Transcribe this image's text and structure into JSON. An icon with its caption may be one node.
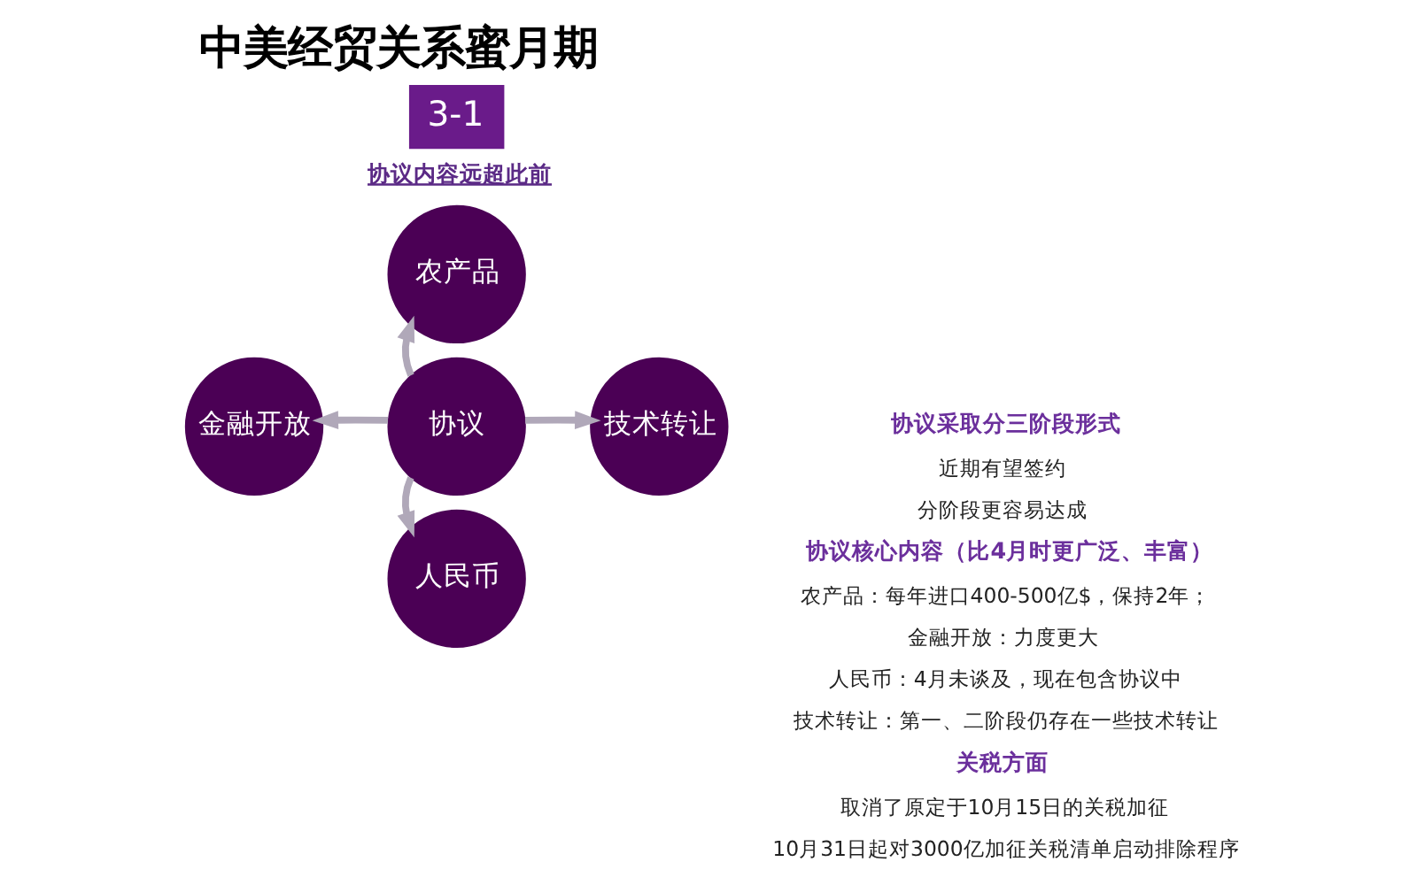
{
  "diagram": {
    "title": "中美经贸关系蜜月期",
    "nodes": [
      {
        "text": [
          "农产品"
        ]
      },
      {
        "text": [
          "金融开放"
        ]
      },
      {
        "text": [
          "协议"
        ]
      },
      {
        "text": [
          "技术转让"
        ]
      },
      {
        "text": [
          "人民币"
        ]
      }
    ],
    "edges": [
      {
        "from": 2,
        "to": 0,
        "arrow": "to"
      },
      {
        "from": 2,
        "to": 1,
        "arrow": "to"
      },
      {
        "from": 2,
        "to": 3,
        "arrow": "to"
      },
      {
        "from": 2,
        "to": 4,
        "arrow": "to"
      }
    ],
    "labels": [
      "3-1",
      "协议内容远超此前",
      "协议采取分三阶段形式",
      "近期有望签约",
      "分阶段更容易达成",
      "协议核心内容（比4月时更广泛、丰富）",
      "农产品：每年进口400-500亿$，保持2年；",
      "金融开放：力度更大",
      "人民币：4月未谈及，现在包含协议中",
      "技术转让：第一、二阶段仍存在一些技术转让",
      "关税方面",
      "取消了原定于10月15日的关税加征",
      "10月31日起对3000亿加征关税清单启动排除程序"
    ]
  }
}
